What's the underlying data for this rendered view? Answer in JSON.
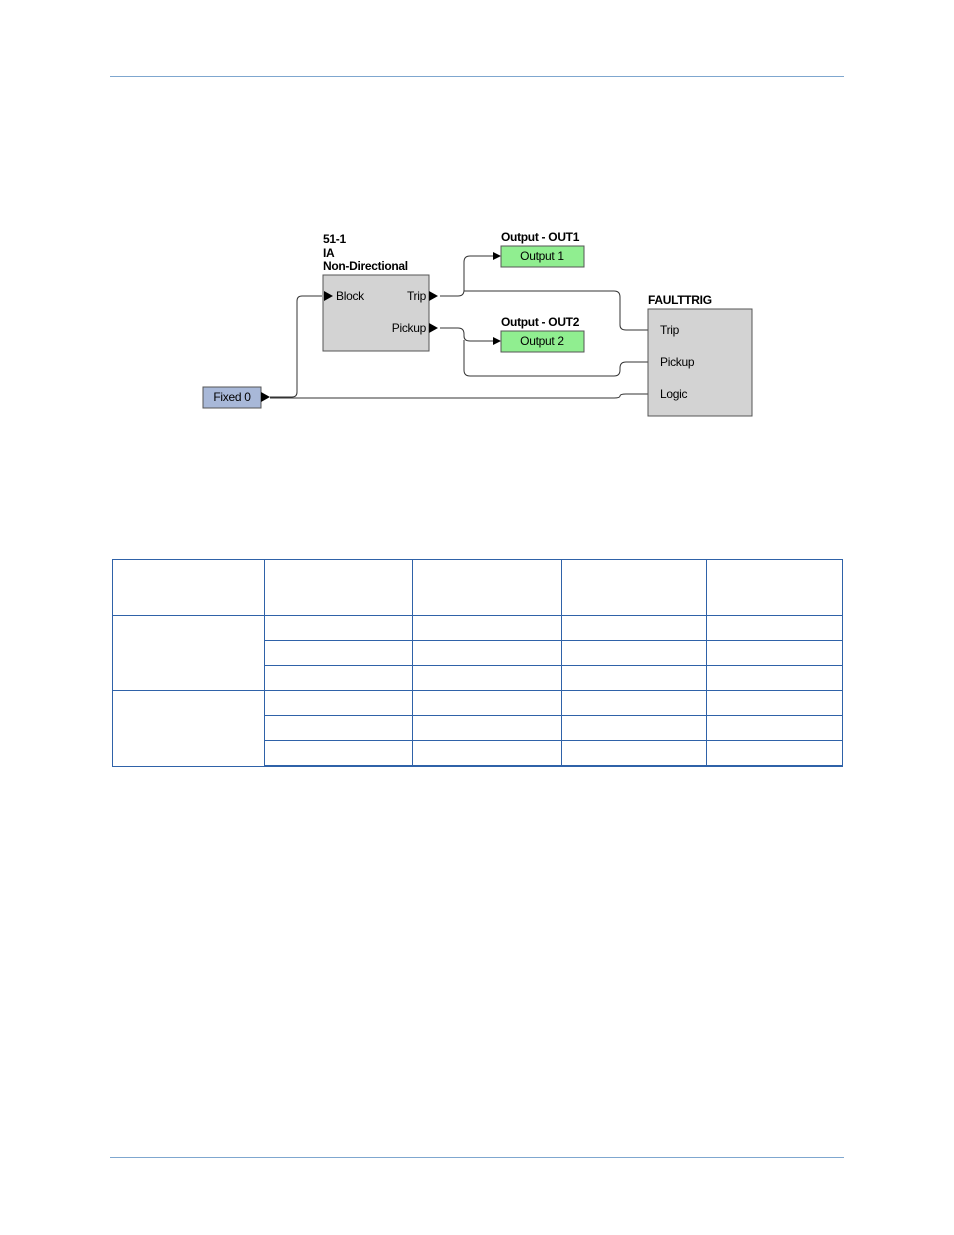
{
  "diagram": {
    "block_51": {
      "title_lines": [
        "51-1",
        "IA",
        "Non-Directional"
      ],
      "inputs": [
        "Block"
      ],
      "outputs": [
        "Trip",
        "Pickup"
      ]
    },
    "out1": {
      "title": "Output - OUT1",
      "label": "Output 1"
    },
    "out2": {
      "title": "Output - OUT2",
      "label": "Output 2"
    },
    "faulttrig": {
      "title": "FAULTTRIG",
      "inputs": [
        "Trip",
        "Pickup",
        "Logic"
      ]
    },
    "fixed": {
      "label": "Fixed 0"
    }
  },
  "colors": {
    "logic_block": "#d3d3d3",
    "output_block": "#90ee90",
    "fixed_block": "#a8b8d8",
    "table_border": "#2f62a8",
    "rule": "#7fa7cf"
  },
  "table": {
    "header": [
      "",
      "",
      "",
      "",
      ""
    ],
    "rows": [
      [
        "",
        "",
        "",
        "",
        ""
      ],
      [
        "",
        "",
        "",
        ""
      ],
      [
        "",
        "",
        "",
        ""
      ],
      [
        "",
        "",
        "",
        "",
        ""
      ],
      [
        "",
        "",
        "",
        ""
      ],
      [
        "",
        "",
        "",
        ""
      ]
    ]
  }
}
